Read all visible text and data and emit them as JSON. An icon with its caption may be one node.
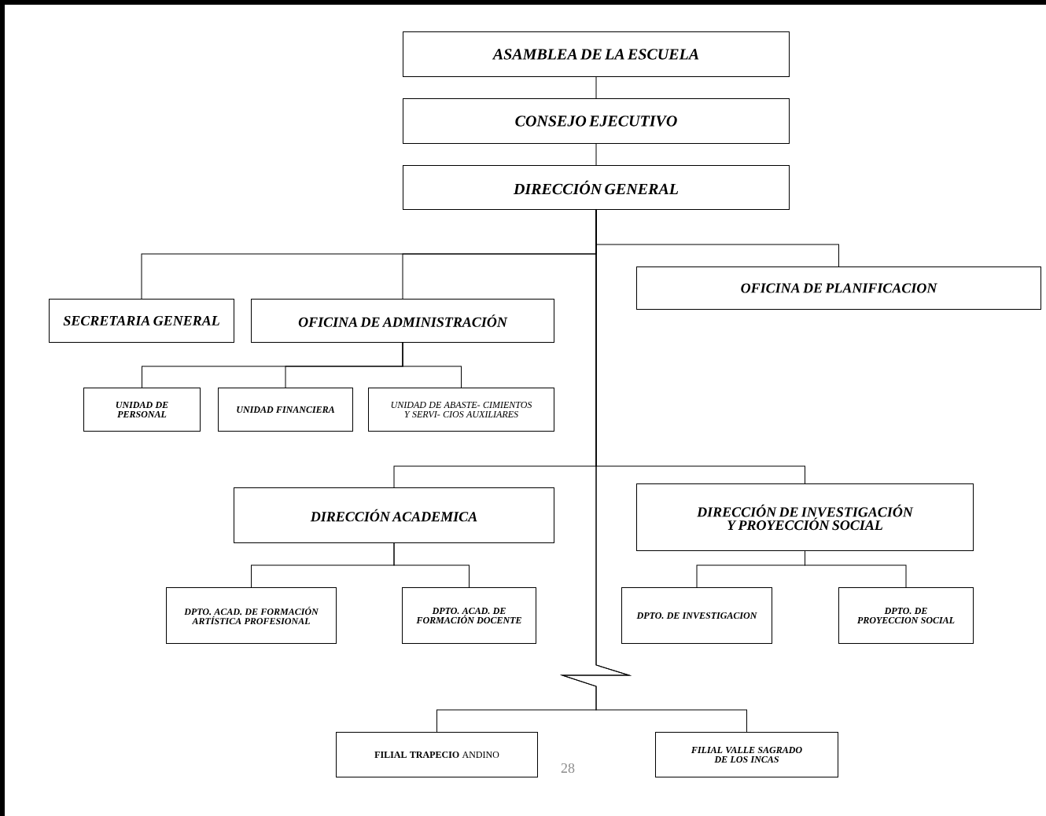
{
  "diagram": {
    "nodes": [
      {
        "text": [
          "ASAMBLEA DE LA ESCUELA"
        ]
      },
      {
        "text": [
          "CONSEJO EJECUTIVO"
        ]
      },
      {
        "text": [
          "DIRECCIÓN GENERAL"
        ]
      },
      {
        "text": [
          "SECRETARIA GENERAL"
        ]
      },
      {
        "text": [
          "OFICINA DE ADMINISTRACIÓN"
        ]
      },
      {
        "text": [
          "OFICINA DE PLANIFICACION"
        ]
      },
      {
        "text": [
          "UNIDAD DE PERSONAL"
        ]
      },
      {
        "text": [
          "UNIDAD FINANCIERA"
        ]
      },
      {
        "text": [
          "UNIDAD DE ABASTE- CIMIENTOS Y SERVI- CIOS AUXILIARES"
        ]
      },
      {
        "text": [
          "DIRECCIÓN ACADEMICA"
        ]
      },
      {
        "text": [
          "DIRECCIÓN DE INVESTIGACIÓN Y PROYECCIÓN SOCIAL"
        ]
      },
      {
        "text": [
          "DPTO. ACAD. DE FORMACIÓN ARTÍSTICA PROFESIONAL"
        ]
      },
      {
        "text": [
          "DPTO. ACAD. DE FORMACIÓN DOCENTE"
        ]
      },
      {
        "text": [
          "DPTO. DE INVESTIGACION"
        ]
      },
      {
        "text": [
          "DPTO. DE PROYECCION SOCIAL"
        ]
      },
      {
        "text": [
          "**FILIAL TRAPECIO** ANDINO"
        ]
      },
      {
        "text": [
          "FILIAL VALLE SAGRADO DE LOS INCAS"
        ]
      }
    ],
    "edges": [
      {
        "from": 0,
        "to": 1,
        "arrow": "none"
      },
      {
        "from": 1,
        "to": 2,
        "arrow": "none"
      },
      {
        "from": 2,
        "to": 3,
        "arrow": "none"
      },
      {
        "from": 2,
        "to": 4,
        "arrow": "none"
      },
      {
        "from": 2,
        "to": 5,
        "arrow": "none"
      },
      {
        "from": 4,
        "to": 6,
        "arrow": "none"
      },
      {
        "from": 4,
        "to": 7,
        "arrow": "none"
      },
      {
        "from": 4,
        "to": 8,
        "arrow": "none"
      },
      {
        "from": 2,
        "to": 9,
        "arrow": "none"
      },
      {
        "from": 2,
        "to": 10,
        "arrow": "none"
      },
      {
        "from": 9,
        "to": 11,
        "arrow": "none"
      },
      {
        "from": 9,
        "to": 12,
        "arrow": "none"
      },
      {
        "from": 10,
        "to": 13,
        "arrow": "none"
      },
      {
        "from": 10,
        "to": 14,
        "arrow": "none"
      },
      {
        "from": 2,
        "to": 15,
        "arrow": "none"
      },
      {
        "from": 2,
        "to": 16,
        "arrow": "none"
      }
    ],
    "labels": [
      "28"
    ]
  }
}
